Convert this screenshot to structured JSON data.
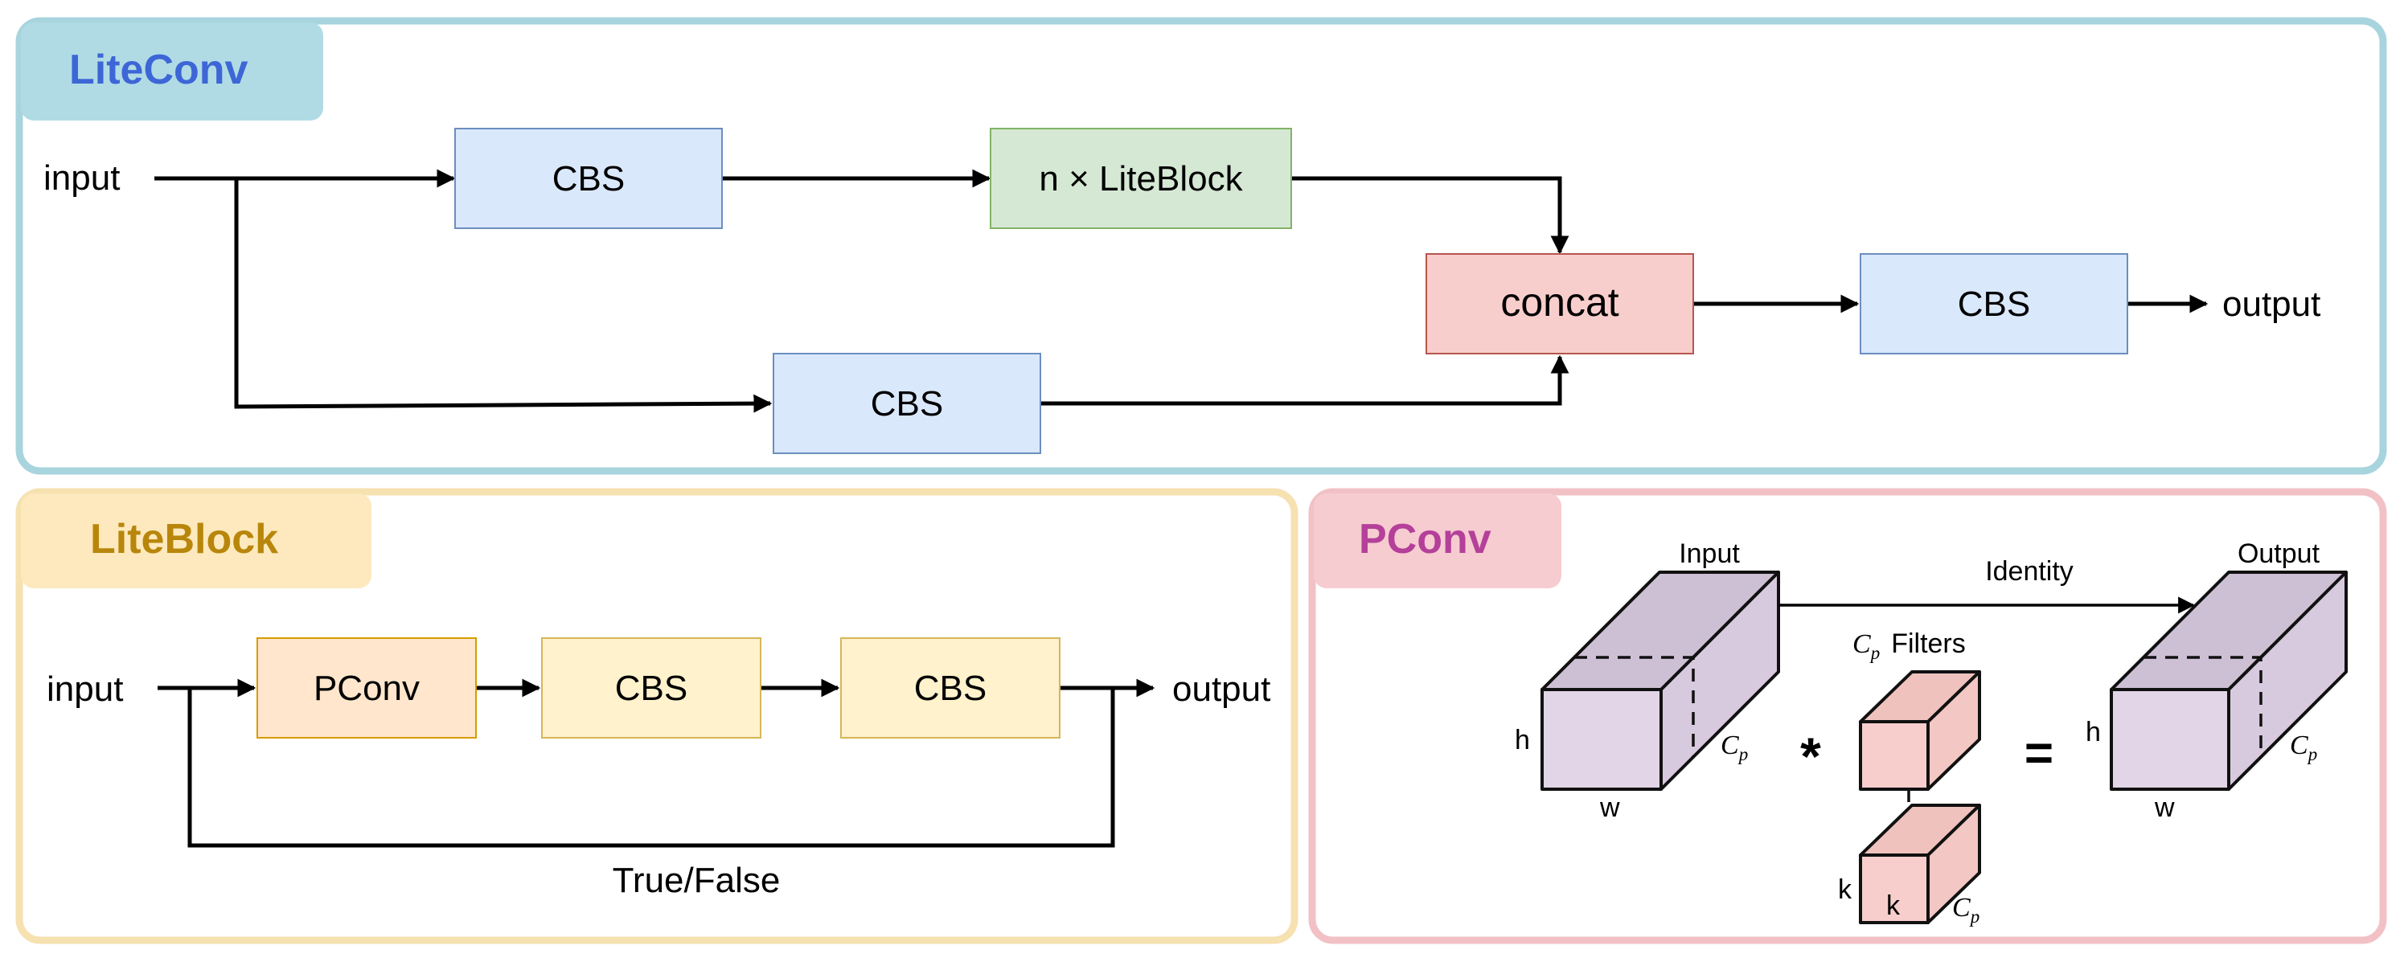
{
  "liteconv": {
    "title": "LiteConv",
    "input": "input",
    "cbs_top": "CBS",
    "liteblock": "n × LiteBlock",
    "concat": "concat",
    "cbs_out": "CBS",
    "output": "output",
    "cbs_bottom": "CBS"
  },
  "liteblock_panel": {
    "title": "LiteBlock",
    "input": "input",
    "pconv": "PConv",
    "cbs1": "CBS",
    "cbs2": "CBS",
    "output": "output",
    "loop_label": "True/False"
  },
  "pconv_panel": {
    "title": "PConv",
    "input_label": "Input",
    "identity_label": "Identity",
    "output_label": "Output",
    "filters_label": "Filters",
    "cp": "C",
    "cp_sub": "p",
    "h": "h",
    "w": "w",
    "k": "k",
    "conv_op": "*",
    "equals": "="
  },
  "colors": {
    "liteconv_border": "#a8d4de",
    "liteconv_tab": "#b0dbe5",
    "liteconv_title": "#3d66d6",
    "liteblock_border": "#f6e1b0",
    "liteblock_tab": "#fde9bd",
    "liteblock_title": "#b8860b",
    "pconv_border": "#f2c1c6",
    "pconv_tab": "#f6ccd0",
    "pconv_title": "#b4409a",
    "cbs_fill": "#dae8fc",
    "cbs_stroke": "#6c8ebf",
    "liteblock_fill": "#d5e8d4",
    "liteblock_stroke": "#82b366",
    "concat_fill": "#f8cecc",
    "concat_stroke": "#b85450",
    "pconv_fill": "#ffe6cc",
    "pconv_stroke": "#d79b00",
    "cbs_yellow_fill": "#fff2cc",
    "cbs_yellow_stroke": "#d6b656",
    "cube_front": "#e1d5e7",
    "cube_top": "#cdc0d4",
    "cube_side": "#d8cade",
    "filter_front": "#f8cecc",
    "filter_top": "#efc2be",
    "filter_side": "#f3c7c3"
  }
}
